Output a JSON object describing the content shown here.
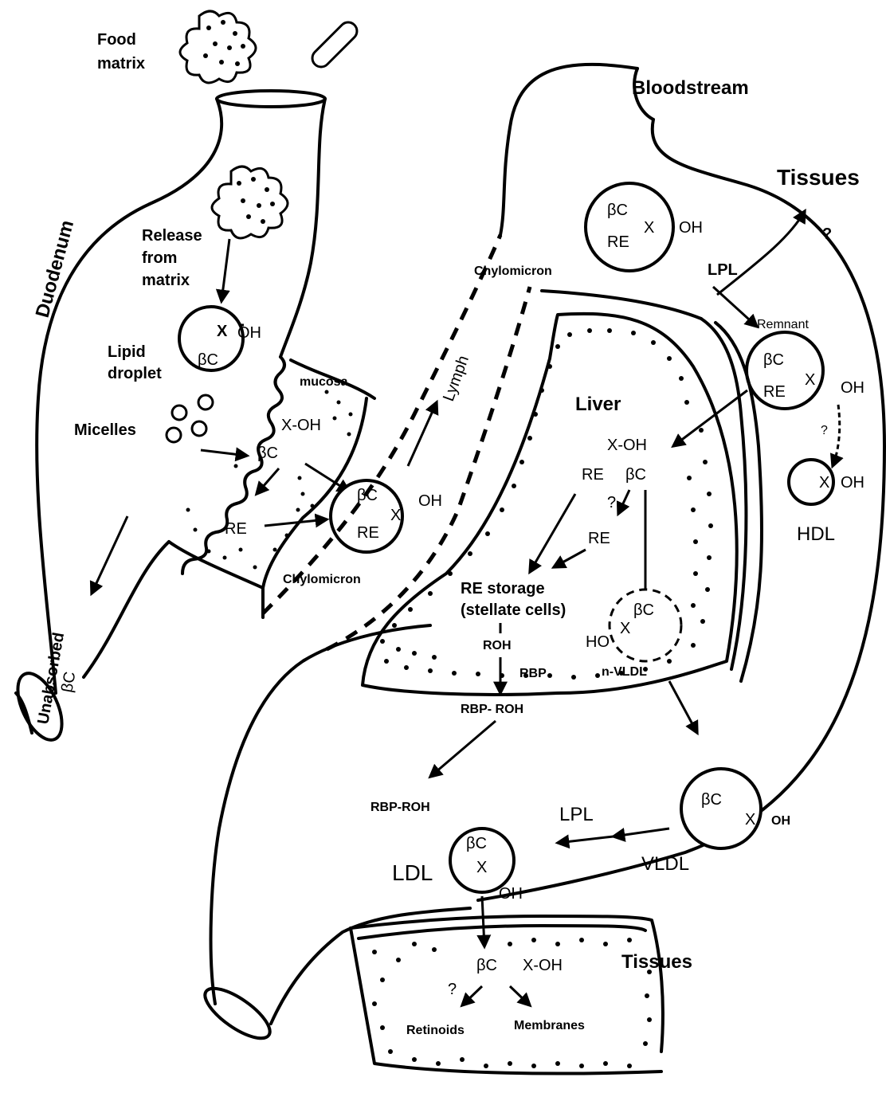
{
  "labels": {
    "food_matrix_1": "Food",
    "food_matrix_2": "matrix",
    "bloodstream": "Bloodstream",
    "tissues_top": "Tissues",
    "q_tissues": "?",
    "duodenum": "Duodenum",
    "release_1": "Release",
    "release_2": "from",
    "release_3": "matrix",
    "lipid_1": "Lipid",
    "lipid_2": "droplet",
    "micelles": "Micelles",
    "mucosa": "mucosa",
    "lymph": "Lymph",
    "chylomicron_top": "Chylomicron",
    "chylomicron_bottom": "Chylomicron",
    "lpl_top": "LPL",
    "remnant": "Remnant",
    "liver": "Liver",
    "hdl": "HDL",
    "re_storage_1": "RE storage",
    "re_storage_2": "(stellate cells)",
    "roh": "ROH",
    "rbp": "RBP",
    "rbp_roh_liver": "RBP- ROH",
    "rbp_roh_blood": "RBP-ROH",
    "n_vldl": "n-VLDL",
    "unabsorbed_1": "Unabsorbed",
    "unabsorbed_2": "βC",
    "lpl_bottom": "LPL",
    "vldl": "VLDL",
    "ldl": "LDL",
    "tissues_bottom": "Tissues",
    "retinoids": "Retinoids",
    "membranes": "Membranes"
  },
  "chem": {
    "bc": "βC",
    "re": "RE",
    "x": "X",
    "oh": "OH",
    "xoh": "X-OH",
    "ho": "HO",
    "q": "?"
  }
}
